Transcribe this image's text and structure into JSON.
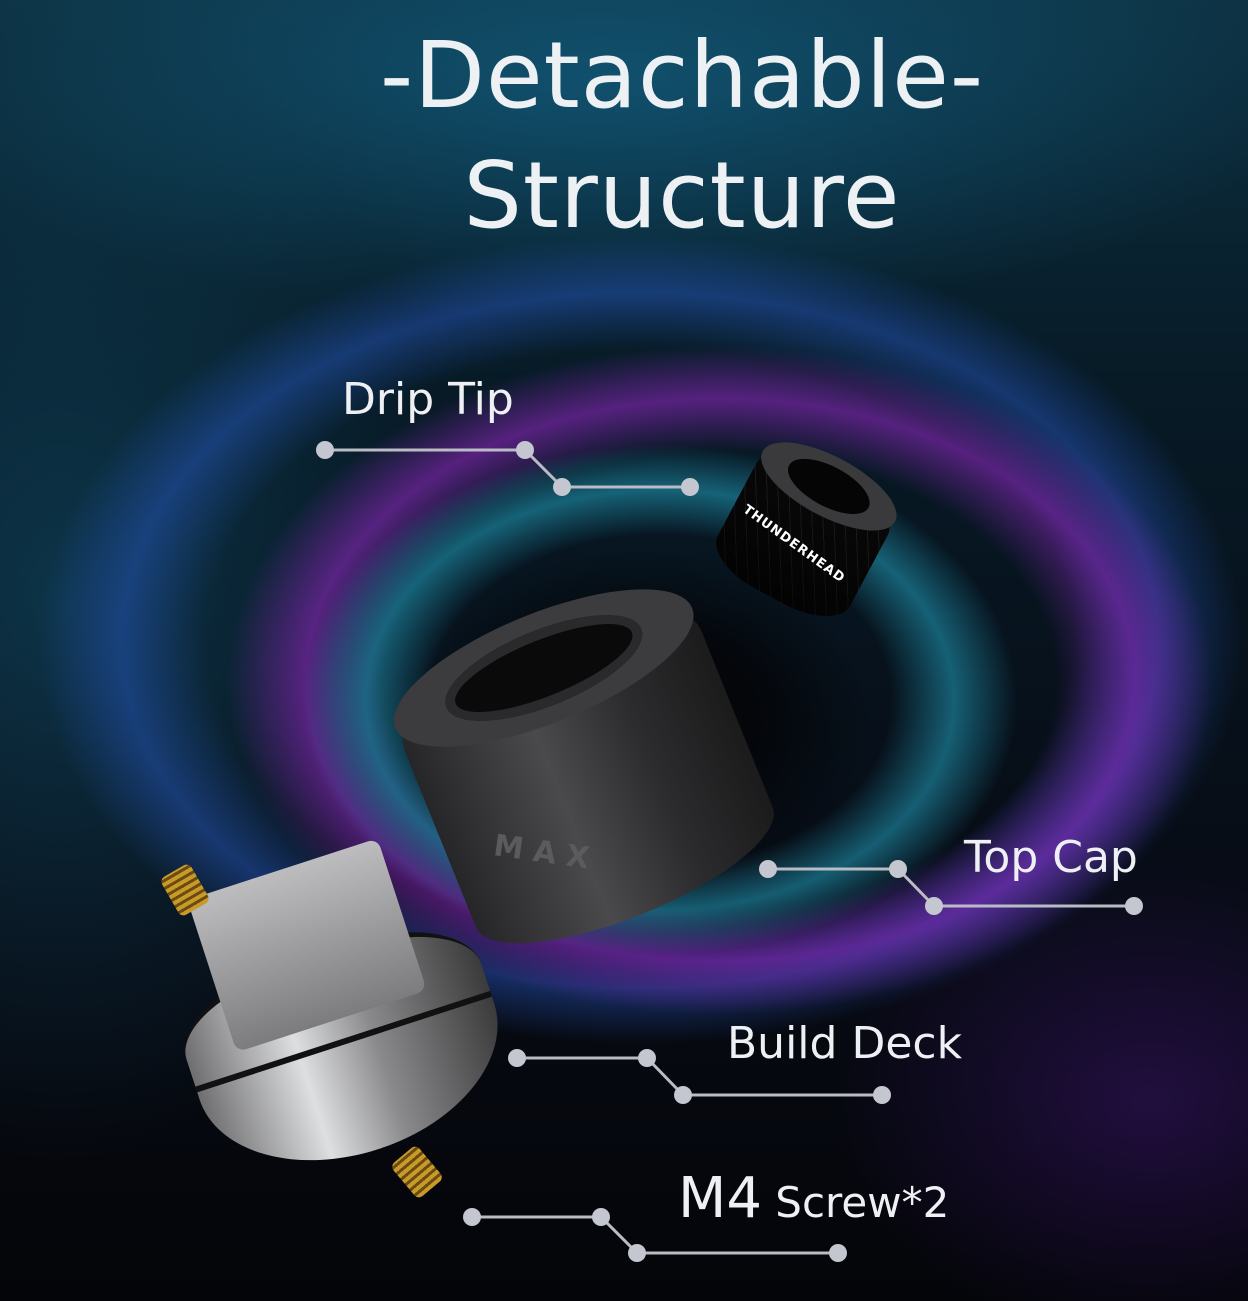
{
  "title": {
    "line1": "-Detachable-",
    "line2": "Structure"
  },
  "labels": {
    "drip_tip": "Drip Tip",
    "top_cap": "Top Cap",
    "build_deck": "Build Deck",
    "m4": "M4",
    "screw": " Screw*2"
  },
  "product": {
    "drip_tip_brand": "THUNDERHEAD",
    "top_cap_mark": "MAX"
  },
  "colors": {
    "text": "#eef0f4",
    "leader_line": "#b9bcc4"
  }
}
